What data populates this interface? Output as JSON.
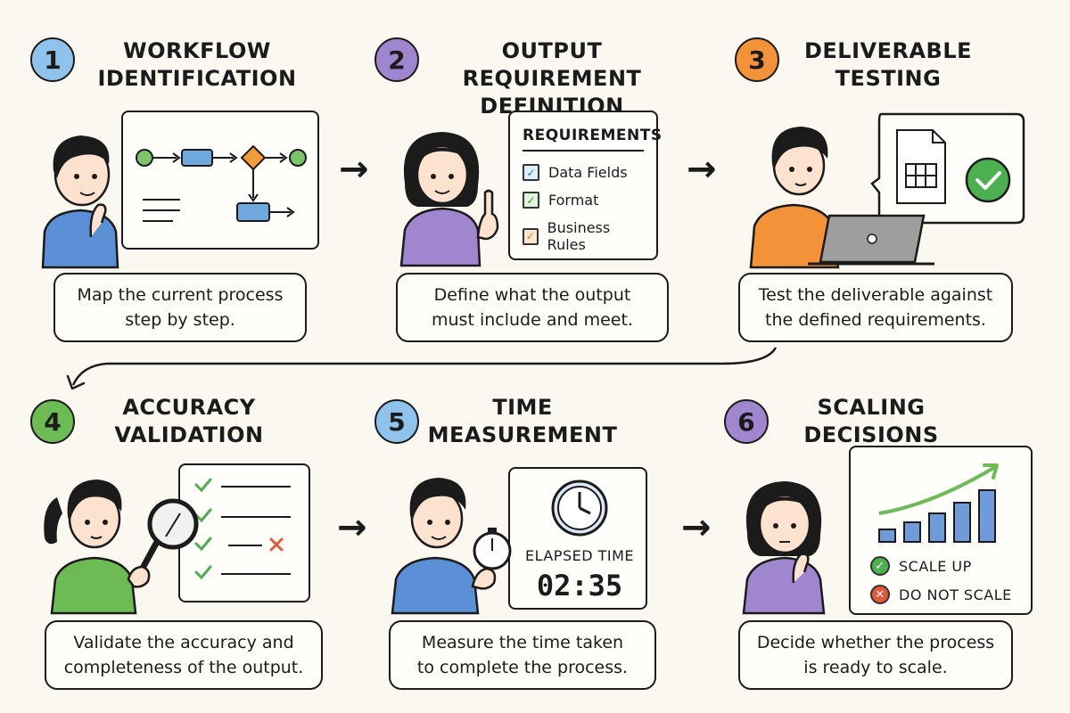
{
  "colors": {
    "blue": "#8fc3ec",
    "purple": "#9f86cf",
    "orange": "#f4923a",
    "green": "#6cbb55",
    "node_green": "#7cc36a",
    "node_blue": "#6fa8dc",
    "node_orange": "#f39c3c",
    "check_green": "#4caf50",
    "cross_red": "#e4573a",
    "bar_blue": "#6f9bd9"
  },
  "steps": [
    {
      "number": "1",
      "title_line1": "WORKFLOW",
      "title_line2": "IDENTIFICATION",
      "caption_line1": "Map the current process",
      "caption_line2": "step by step.",
      "badge_color": "blue"
    },
    {
      "number": "2",
      "title_line1": "OUTPUT REQUIREMENT",
      "title_line2": "DEFINITION",
      "caption_line1": "Define what the output",
      "caption_line2": "must include and meet.",
      "badge_color": "purple"
    },
    {
      "number": "3",
      "title_line1": "DELIVERABLE",
      "title_line2": "TESTING",
      "caption_line1": "Test the deliverable against",
      "caption_line2": "the defined requirements.",
      "badge_color": "orange"
    },
    {
      "number": "4",
      "title_line1": "ACCURACY",
      "title_line2": "VALIDATION",
      "caption_line1": "Validate the accuracy and",
      "caption_line2": "completeness of the output.",
      "badge_color": "green"
    },
    {
      "number": "5",
      "title_line1": "TIME",
      "title_line2": "MEASUREMENT",
      "caption_line1": "Measure the time taken",
      "caption_line2": "to complete the process.",
      "badge_color": "blue"
    },
    {
      "number": "6",
      "title_line1": "SCALING",
      "title_line2": "DECISIONS",
      "caption_line1": "Decide whether the process",
      "caption_line2": "is ready to scale.",
      "badge_color": "purple"
    }
  ],
  "requirements": {
    "title": "REQUIREMENTS",
    "items": [
      "Data Fields",
      "Format",
      "Business Rules"
    ]
  },
  "timer": {
    "label": "ELAPSED TIME",
    "value": "02:35"
  },
  "scaling_legend": {
    "scale_up": "SCALE UP",
    "do_not_scale": "DO NOT SCALE"
  },
  "icons": {
    "flow_arrow": "right-arrow-icon",
    "wrap_arrow": "curved-return-arrow-icon"
  }
}
